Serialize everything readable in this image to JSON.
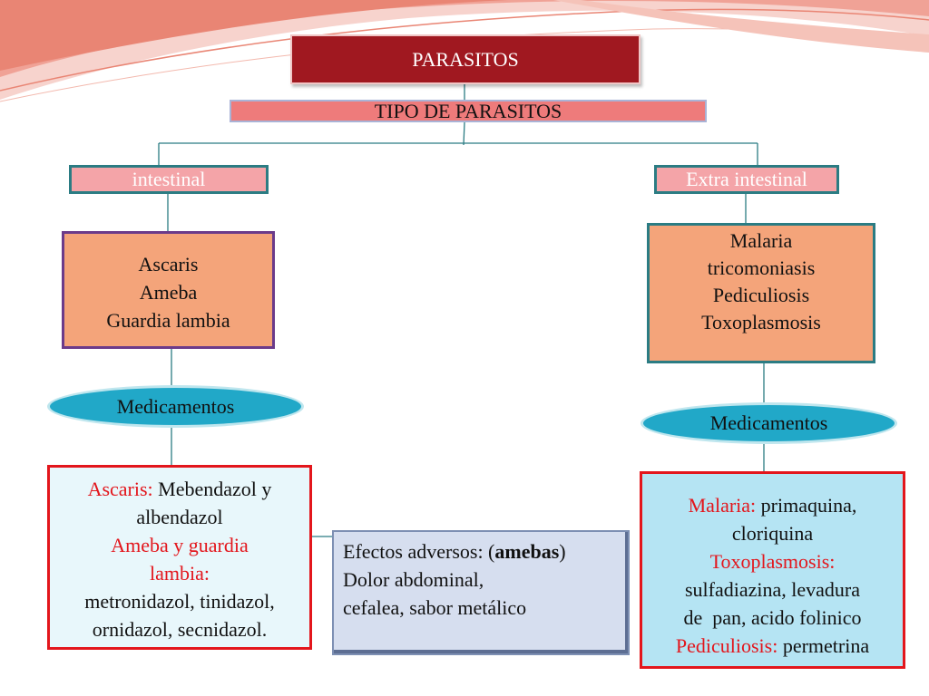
{
  "diagram": {
    "title": "PARASITOS",
    "subtitle": "TIPO DE PARASITOS",
    "branches": [
      {
        "label": "intestinal",
        "parasites": [
          "Ascaris",
          "Ameba",
          "Guardia lambia"
        ],
        "medicamentos_label": "Medicamentos",
        "treatments": {
          "ascaris_label": "Ascaris:",
          "ascaris_drugs_1": "Mebendazol y",
          "ascaris_drugs_2": "albendazol",
          "ameba_label_1": "Ameba y guardia",
          "ameba_label_2": "lambia:",
          "ameba_drugs_1": "metronidazol, tinidazol,",
          "ameba_drugs_2": "ornidazol, secnidazol."
        }
      },
      {
        "label": "Extra intestinal",
        "parasites": [
          "Malaria",
          "tricomoniasis",
          "Pediculiosis",
          "Toxoplasmosis"
        ],
        "medicamentos_label": "Medicamentos",
        "treatments": {
          "malaria_label": "Malaria:",
          "malaria_drugs_1": "primaquina,",
          "malaria_drugs_2": "cloriquina",
          "toxo_label": "Toxoplasmosis:",
          "toxo_drugs_1": "sulfadiazina, levadura",
          "toxo_drugs_2": "de  pan, acido folinico",
          "pedic_label": "Pediculiosis:",
          "pedic_drugs": "permetrina"
        }
      }
    ],
    "adverse_effects": {
      "prefix": "Efectos adversos: (",
      "bold": "amebas",
      "suffix": ")",
      "line_2": "Dolor abdominal,",
      "line_3": "cefalea, sabor metálico"
    }
  },
  "colors": {
    "title_fill": "#a01820",
    "subtitle_fill": "#ee7b7b",
    "branch_fill": "#f4a4a8",
    "parasite_fill": "#f4a47a",
    "ellipse_fill": "#21a8c8",
    "highlight_text": "#e3161c"
  }
}
